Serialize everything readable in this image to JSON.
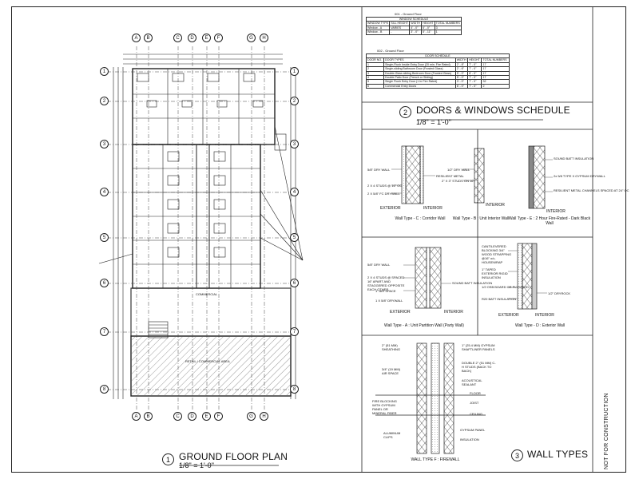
{
  "drawing_1": {
    "number": "1",
    "title": "GROUND FLOOR PLAN",
    "scale": "1/8\" = 1'-0\"",
    "grid_columns": [
      "A",
      "B",
      "C",
      "D",
      "E",
      "F",
      "G",
      "H"
    ],
    "grid_rows": [
      "1",
      "2",
      "3",
      "4",
      "5",
      "6",
      "7",
      "8"
    ],
    "room_label_commercial": "COMMERCIAL",
    "room_label_retail": "RETAIL / COMMERCIAL AREA"
  },
  "drawing_2": {
    "number": "2",
    "title": "DOORS & WINDOWS SCHEDULE",
    "scale": "1/8\" = 1'-0\""
  },
  "window_schedule": {
    "ref": "001 - Ground Floor",
    "title": "WINDOW SCHEDULE",
    "headers": [
      "WINDOW TYPE",
      "SILL HEIGHT",
      "WIDTH",
      "HEIGHT",
      "TOTAL NUMBERS"
    ],
    "rows": [
      [
        "Window - A",
        "VARIES",
        "4' - 0\"",
        "6' - 0\"",
        "3"
      ],
      [
        "Window - B",
        "-",
        "3' - 0\"",
        "5' - 11\"",
        "1"
      ]
    ]
  },
  "door_schedule": {
    "ref": "002 - Ground Floor",
    "title": "DOOR SCHEDULE",
    "headers": [
      "DOOR NO.",
      "DOOR TYPES",
      "WIDTH",
      "HEIGHT",
      "TOTAL NUMBERS"
    ],
    "rows": [
      [
        "1",
        "Single-Flush Inside Entry Door (20 min. Fire Rated)",
        "2' - 8\"",
        "7' - 0\"",
        "17"
      ],
      [
        "2",
        "Single-sliding Bathroom Door (Frosted Glass)",
        "2' - 6\"",
        "7' - 0\"",
        "17"
      ],
      [
        "3",
        "Double-Glass sliding Bedroom Door (Frosted Glass)",
        "5' - 0\"",
        "8' - 0\"",
        "17"
      ],
      [
        "4",
        "Double Patio Door (French or Sliding)",
        "5' - 0\"",
        "7' - 0\"",
        "17"
      ],
      [
        "5",
        "Single Flush Entry Door (1 hr Fire Rated)",
        "3' - 0\"",
        "7' - 0\"",
        "32"
      ],
      [
        "6",
        "Commercial Entry Doors",
        "6' - 0\"",
        "7' - 0\"",
        "2"
      ]
    ]
  },
  "drawing_3": {
    "number": "3",
    "title": "WALL TYPES"
  },
  "wall_types": {
    "c": {
      "caption": "Wall Type - C : Corridor Wall",
      "notes": [
        "5/8\" DRY WALL",
        "2 X 4 STUDS @ 16\" OC",
        "2 X 5/8\" FC DRYWALL",
        "RESILIENT METAL"
      ],
      "exterior": "EXTERIOR",
      "interior": "INTERIOR"
    },
    "b": {
      "caption": "Wall Type - B : Unit Interior Wall",
      "notes": [
        "1/2\" DRY WALL",
        "2\" X 3\" STUDS ON 16\""
      ],
      "interior": "INTERIOR"
    },
    "e": {
      "caption": "Wall Type - E : 2 Hour Fire-Rated - Dark Black Wall",
      "notes": [
        "SOUND BATT INSULATION",
        "2x 5/8 TYPE X GYPSUM DRYWALL",
        "RESILIENT METAL CHANNELS SPACED AT 24\" OC"
      ],
      "interior": "INTERIOR"
    },
    "a": {
      "caption": "Wall Type - A : Unit Partition Wall (Party Wall)",
      "notes": [
        "5/8\" DRY WALL",
        "2 X 4 STUDS @ SPACED 16\" APART AND STAGGERED OPPOSITE EACH OTHER",
        "1\" AIR SPACE",
        "1 X 5/8\" DRYWALL",
        "SOUND BATT INSULATION"
      ],
      "exterior": "EXTERIOR",
      "interior": "INTERIOR"
    },
    "d": {
      "caption": "Wall Type - D : Exterior Wall",
      "notes": [
        "CANTILEVERED BLOCKING 3/4\" WOOD STRAPPING @16\" o/c, HOUSEWRAP",
        "1\" TAPED EXTERIOR RIGID INSULATION",
        "1/2 OSB BOARD OR PLYWOOD",
        "R20 BATT INSULATION",
        "1/2\" DRYROCK"
      ],
      "exterior": "EXTERIOR",
      "interior": "INTERIOR"
    },
    "f": {
      "caption": "WALL TYPE F : FIREWALL",
      "notes": [
        "2\" (51 MM) SHEATHING",
        "1\" (25.4 MM) GYPSUM SHAFTLINER PANELS",
        "3/4\" (19 MM) AIR SPACE",
        "DOUBLE 2\" (51 MM) C-H STUDS (BACK TO BACK)",
        "ACOUSTICAL SEALANT",
        "FLOOR",
        "JOIST",
        "CEILING",
        "FIRE BLOCKING WITH GYPSUM PANEL OR MINERAL FIBER",
        "GYPSUM PANEL",
        "INSULATION",
        "ALUMINUM CLIPS"
      ]
    }
  },
  "sidebar": {
    "stamp": "NOT FOR CONSTRUCTION"
  }
}
